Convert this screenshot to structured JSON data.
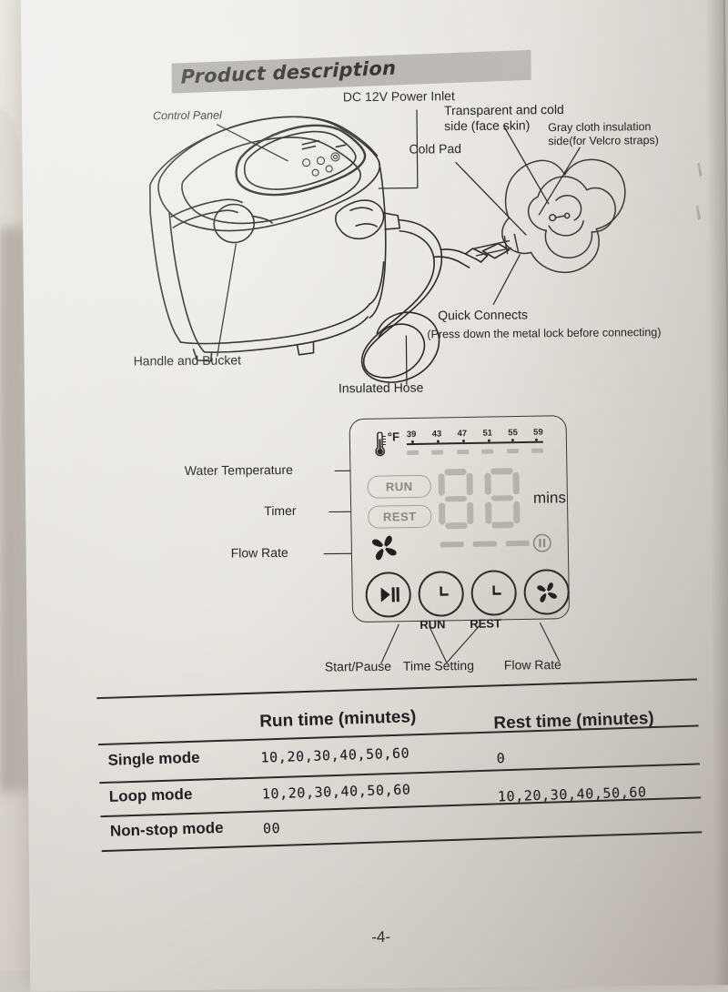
{
  "document": {
    "heading": "Product description",
    "page_number": "-4-"
  },
  "device_diagram": {
    "labels": {
      "control_panel": "Control Panel",
      "power_inlet": "DC 12V Power Inlet",
      "cold_pad": "Cold Pad",
      "transparent_side": "Transparent  and  cold\nside (face skin)",
      "gray_cloth_side": "Gray cloth insulation\nside(for Velcro straps)",
      "quick_connects": "Quick Connects",
      "quick_connects_note": "(Press down the metal lock before connecting)",
      "handle_and_bucket": "Handle and Bucket",
      "insulated_hose": "Insulated Hose"
    }
  },
  "control_panel": {
    "callouts": {
      "water_temperature": "Water Temperature",
      "timer": "Timer",
      "flow_rate": "Flow Rate"
    },
    "display": {
      "unit": "°F",
      "temperature_ticks": [
        "39",
        "43",
        "47",
        "51",
        "55",
        "59"
      ],
      "temperature_segments": 6,
      "run_label": "RUN",
      "rest_label": "REST",
      "minutes_label": "mins",
      "digits": [
        "8",
        "8"
      ],
      "flow_segments": 3,
      "pause_indicator": "pause-icon"
    },
    "buttons": [
      {
        "name": "start-pause",
        "icon": "play-pause-icon",
        "cap": "",
        "callout": "Start/Pause"
      },
      {
        "name": "run-timer",
        "icon": "clock-icon",
        "cap": "RUN",
        "callout": "Time Setting"
      },
      {
        "name": "rest-timer",
        "icon": "clock-icon",
        "cap": "REST",
        "callout": ""
      },
      {
        "name": "flow-rate",
        "icon": "fan-icon",
        "cap": "",
        "callout": "Flow Rate"
      }
    ],
    "bottom_callouts": {
      "start_pause": "Start/Pause",
      "time_setting": "Time Setting",
      "flow_rate": "Flow Rate"
    }
  },
  "mode_table": {
    "headers": [
      "",
      "Run  time (minutes)",
      "Rest  time (minutes)"
    ],
    "rows": [
      {
        "mode": "Single mode",
        "run": "10,20,30,40,50,60",
        "rest": "0"
      },
      {
        "mode": "Loop mode",
        "run": "10,20,30,40,50,60",
        "rest": "10,20,30,40,50,60"
      },
      {
        "mode": "Non-stop mode",
        "run": "00",
        "rest": ""
      }
    ]
  },
  "colors": {
    "heading_band": "#b0aca7",
    "ink": "#24221f",
    "lcd_inactive": "#bcb8b2",
    "paper": "#eae7e2"
  }
}
